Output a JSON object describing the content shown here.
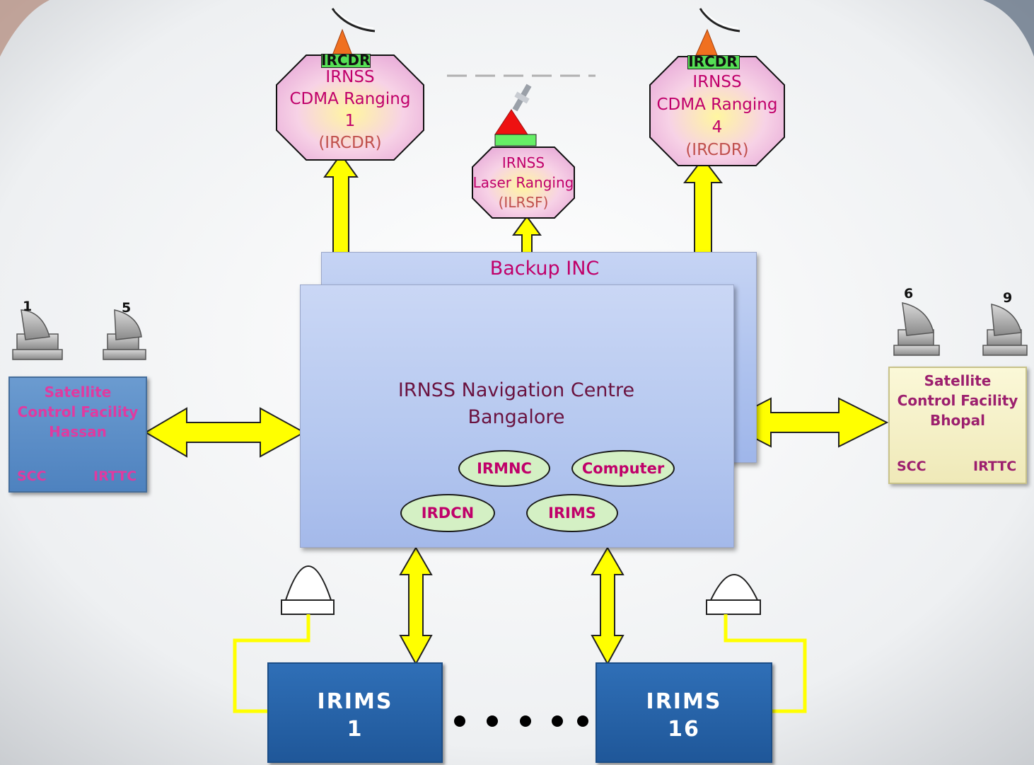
{
  "diagram": {
    "ircdr_left": {
      "tag": "IRCDR",
      "lines": [
        "IRNSS",
        "CDMA Ranging",
        "1"
      ],
      "sub": "(IRCDR)"
    },
    "ircdr_right": {
      "tag": "IRCDR",
      "lines": [
        "IRNSS",
        "CDMA Ranging",
        "4"
      ],
      "sub": "(IRCDR)"
    },
    "ilrsf": {
      "lines": [
        "IRNSS",
        "Laser Ranging"
      ],
      "sub": "(ILRSF)"
    },
    "backup_inc": "Backup INC",
    "inc": {
      "title_line1": "IRNSS Navigation Centre",
      "title_line2": "Bangalore",
      "modules": [
        "IRMNC",
        "Computer",
        "IRDCN",
        "IRIMS"
      ]
    },
    "scf_hassan": {
      "antenna_numbers": [
        "1",
        "5"
      ],
      "title": [
        "Satellite",
        "Control Facility",
        "Hassan"
      ],
      "left_label": "SCC",
      "right_label": "IRTTC"
    },
    "scf_bhopal": {
      "antenna_numbers": [
        "6",
        "9"
      ],
      "title": [
        "Satellite",
        "Control Facility",
        "Bhopal"
      ],
      "left_label": "SCC",
      "right_label": "IRTTC"
    },
    "irims_stations": [
      {
        "line1": "IRIMS",
        "line2": "1"
      },
      {
        "line1": "IRIMS",
        "line2": "16"
      }
    ],
    "colors": {
      "arrow_fill": "#ffff00",
      "octagon_fill": "#f4c0e4",
      "label_magenta": "#c0006a",
      "label_sub": "#c0504d",
      "irims_box": "#2a65ad",
      "scf_hassan_fill": "#5d8fc9",
      "scf_bhopal_fill": "#f4f0c0",
      "ellipse_fill": "#d4f0c4"
    }
  }
}
